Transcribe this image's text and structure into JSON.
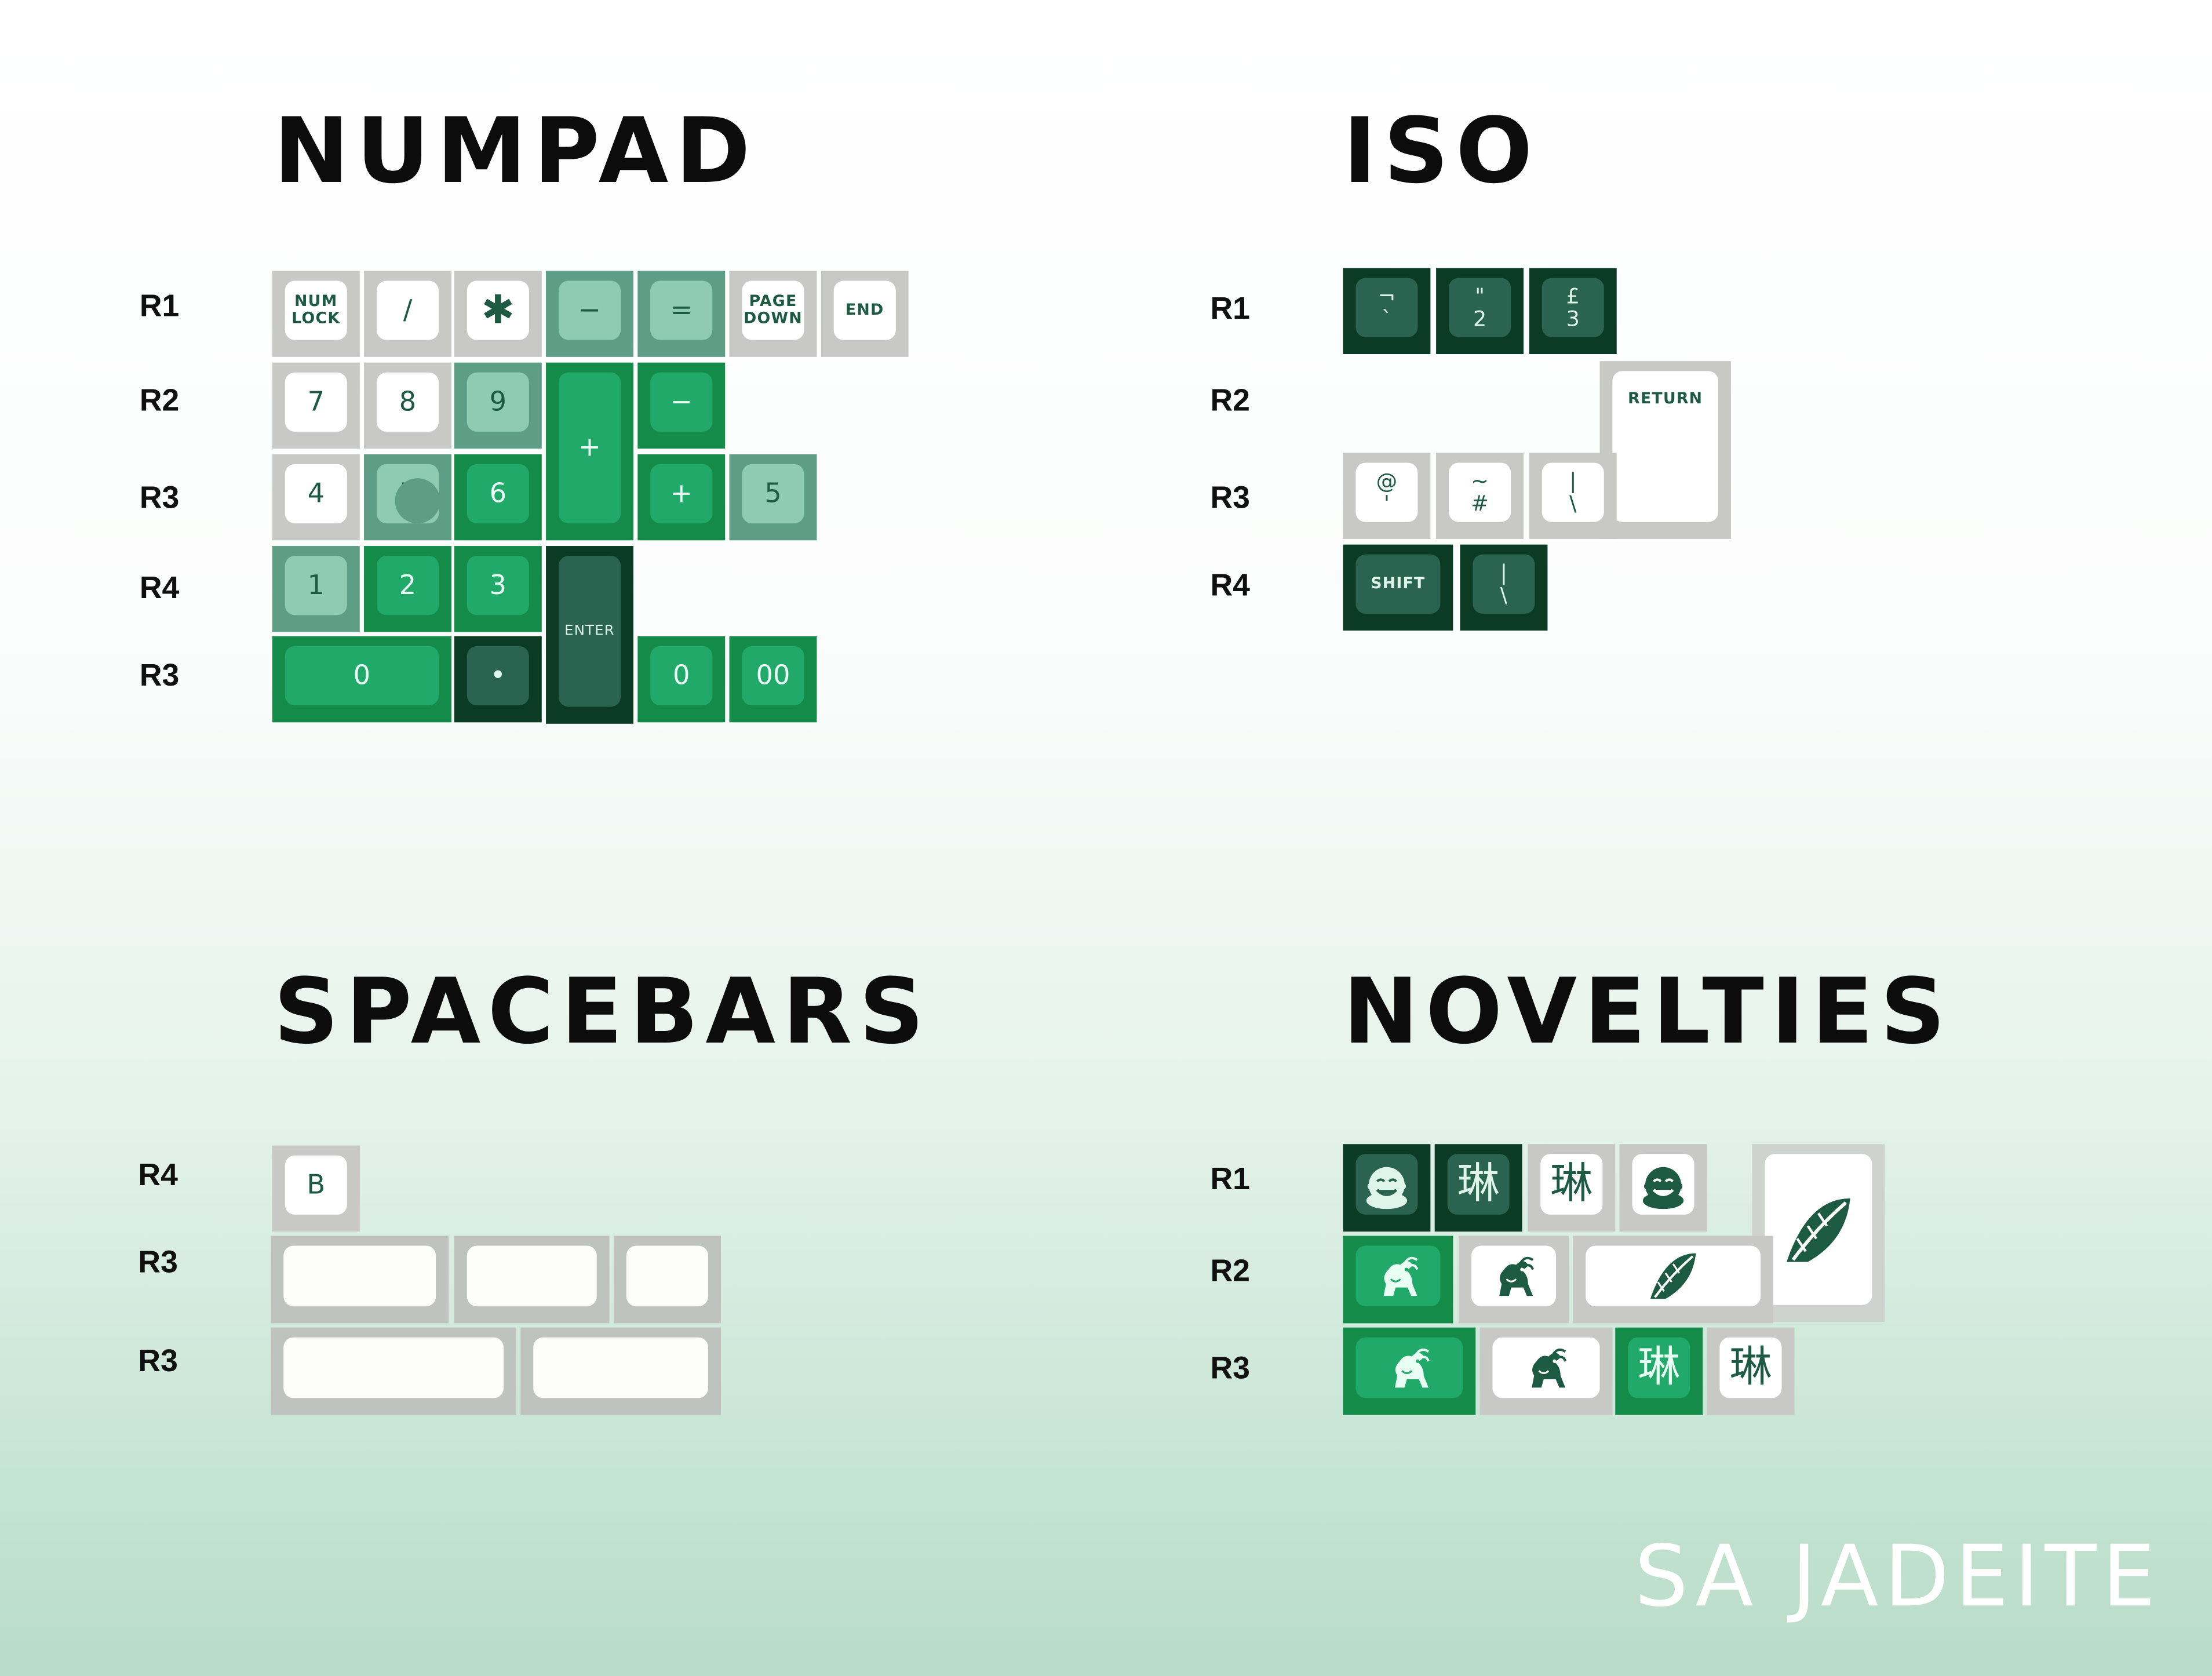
{
  "titles": {
    "numpad": "NUMPAD",
    "iso": "ISO",
    "spacebars": "SPACEBARS",
    "novelties": "NOVELTIES"
  },
  "brand": "SA JADEITE",
  "row_labels": {
    "numpad": [
      "R1",
      "R2",
      "R3",
      "R4",
      "R3"
    ],
    "iso": [
      "R1",
      "R2",
      "R3",
      "R4"
    ],
    "spacebars": [
      "R4",
      "R3",
      "R3"
    ],
    "novelties": [
      "R1",
      "R2",
      "R3"
    ]
  },
  "colors": {
    "light_gray": "#c8c8c6",
    "white_cap": "#ffffff",
    "mint": "#5e9e86",
    "mint_cap": "#8fcbb3",
    "green": "#158b49",
    "green_cap": "#21a969",
    "dark": "#0b3a25",
    "dark_cap": "#2a6350",
    "text_dark": "#1d5a44"
  },
  "numpad": {
    "r1": [
      "NUM\nLOCK",
      "/",
      "✱",
      "−",
      "=",
      "PAGE\nDOWN",
      "END"
    ],
    "r2": [
      "7",
      "8",
      "9",
      "+",
      "−"
    ],
    "r3": [
      "4",
      "5",
      "6",
      "+",
      "5"
    ],
    "r4": [
      "1",
      "2",
      "3",
      "ENTER"
    ],
    "r5": [
      "0",
      "•",
      "0",
      "00"
    ]
  },
  "iso": {
    "r1": [
      "¬\n`",
      "\"\n2",
      "£\n3"
    ],
    "return": "RETURN",
    "r3": [
      "@\n'",
      "~\n#",
      "|\n\\"
    ],
    "r4": [
      "SHIFT",
      "|\n\\"
    ]
  },
  "spacebars": {
    "r4": [
      "B"
    ]
  },
  "novelties": {
    "r1": [
      "buddha-icon",
      "琳",
      "琳",
      "buddha-icon",
      "cabbage-icon"
    ],
    "r2": [
      "qilin-icon",
      "qilin-icon",
      "cabbage-icon"
    ],
    "r3": [
      "qilin-icon",
      "qilin-icon",
      "琳",
      "琳"
    ]
  }
}
